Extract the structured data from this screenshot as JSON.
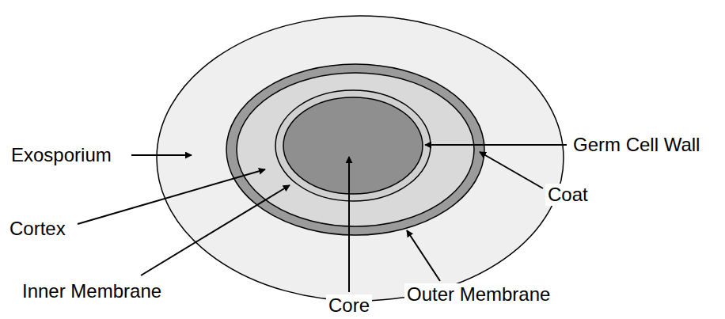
{
  "diagram": {
    "labels": [
      "Exosporium",
      "Germ Cell Wall",
      "Cortex",
      "Coat",
      "Inner Membrane",
      "Core",
      "Outer Membrane"
    ]
  }
}
